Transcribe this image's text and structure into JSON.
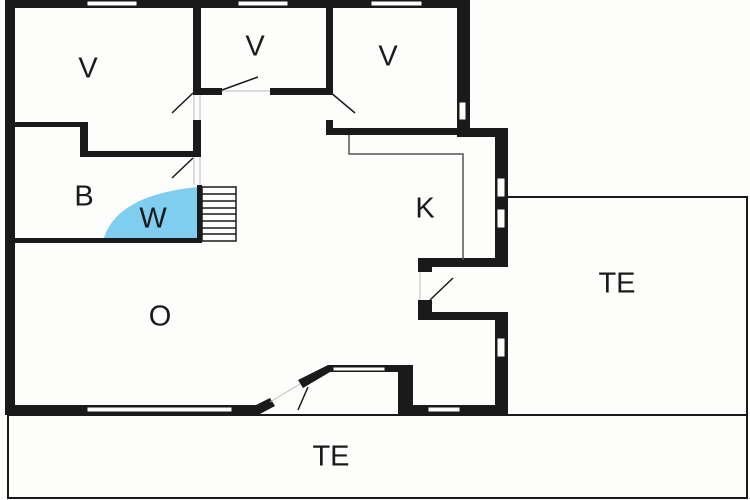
{
  "title": "Floor plan",
  "colors": {
    "wall": "#1a1a1a",
    "wc_fill": "#7fcdef",
    "background": "#fdfdfc"
  },
  "rooms": [
    {
      "id": "v1",
      "label": "V"
    },
    {
      "id": "v2",
      "label": "V"
    },
    {
      "id": "v3",
      "label": "V"
    },
    {
      "id": "b",
      "label": "B"
    },
    {
      "id": "w",
      "label": "W"
    },
    {
      "id": "k",
      "label": "K"
    },
    {
      "id": "o",
      "label": "O"
    },
    {
      "id": "te-right",
      "label": "TE"
    },
    {
      "id": "te-bottom",
      "label": "TE"
    }
  ]
}
